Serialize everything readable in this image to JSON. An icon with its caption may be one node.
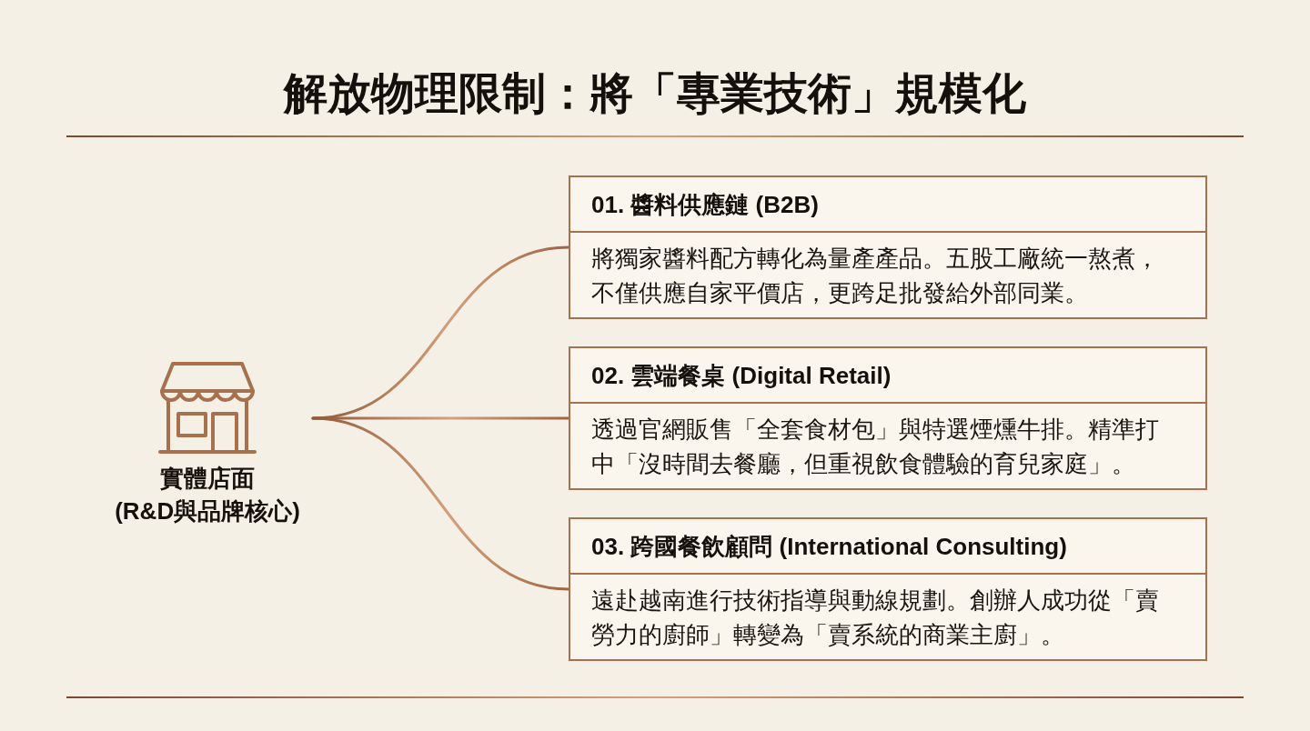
{
  "diagram": {
    "title": "解放物理限制：將「專業技術」規模化",
    "nodes": [
      {
        "text": [
          "實體店面",
          "(R&D與品牌核心)"
        ]
      },
      {
        "text": [
          "01. 醬料供應鏈 (B2B)",
          "將獨家醬料配方轉化為量產產品。五股工廠統一熬煮，不僅供應自家平價店，更跨足批發給外部同業。"
        ]
      },
      {
        "text": [
          "02. 雲端餐桌 (Digital Retail)",
          "透過官網販售「全套食材包」與特選煙燻牛排。精準打中「沒時間去餐廳，但重視飲食體驗的育兒家庭」。"
        ]
      },
      {
        "text": [
          "03. 跨國餐飲顧問 (International Consulting)",
          "遠赴越南進行技術指導與動線規劃。創辦人成功從「賣勞力的廚師」轉變為「賣系統的商業主廚」。"
        ]
      }
    ],
    "edges": [
      {
        "from": 0,
        "to": 1,
        "arrow": "none"
      },
      {
        "from": 0,
        "to": 2,
        "arrow": "none"
      },
      {
        "from": 0,
        "to": 3,
        "arrow": "none"
      }
    ]
  }
}
